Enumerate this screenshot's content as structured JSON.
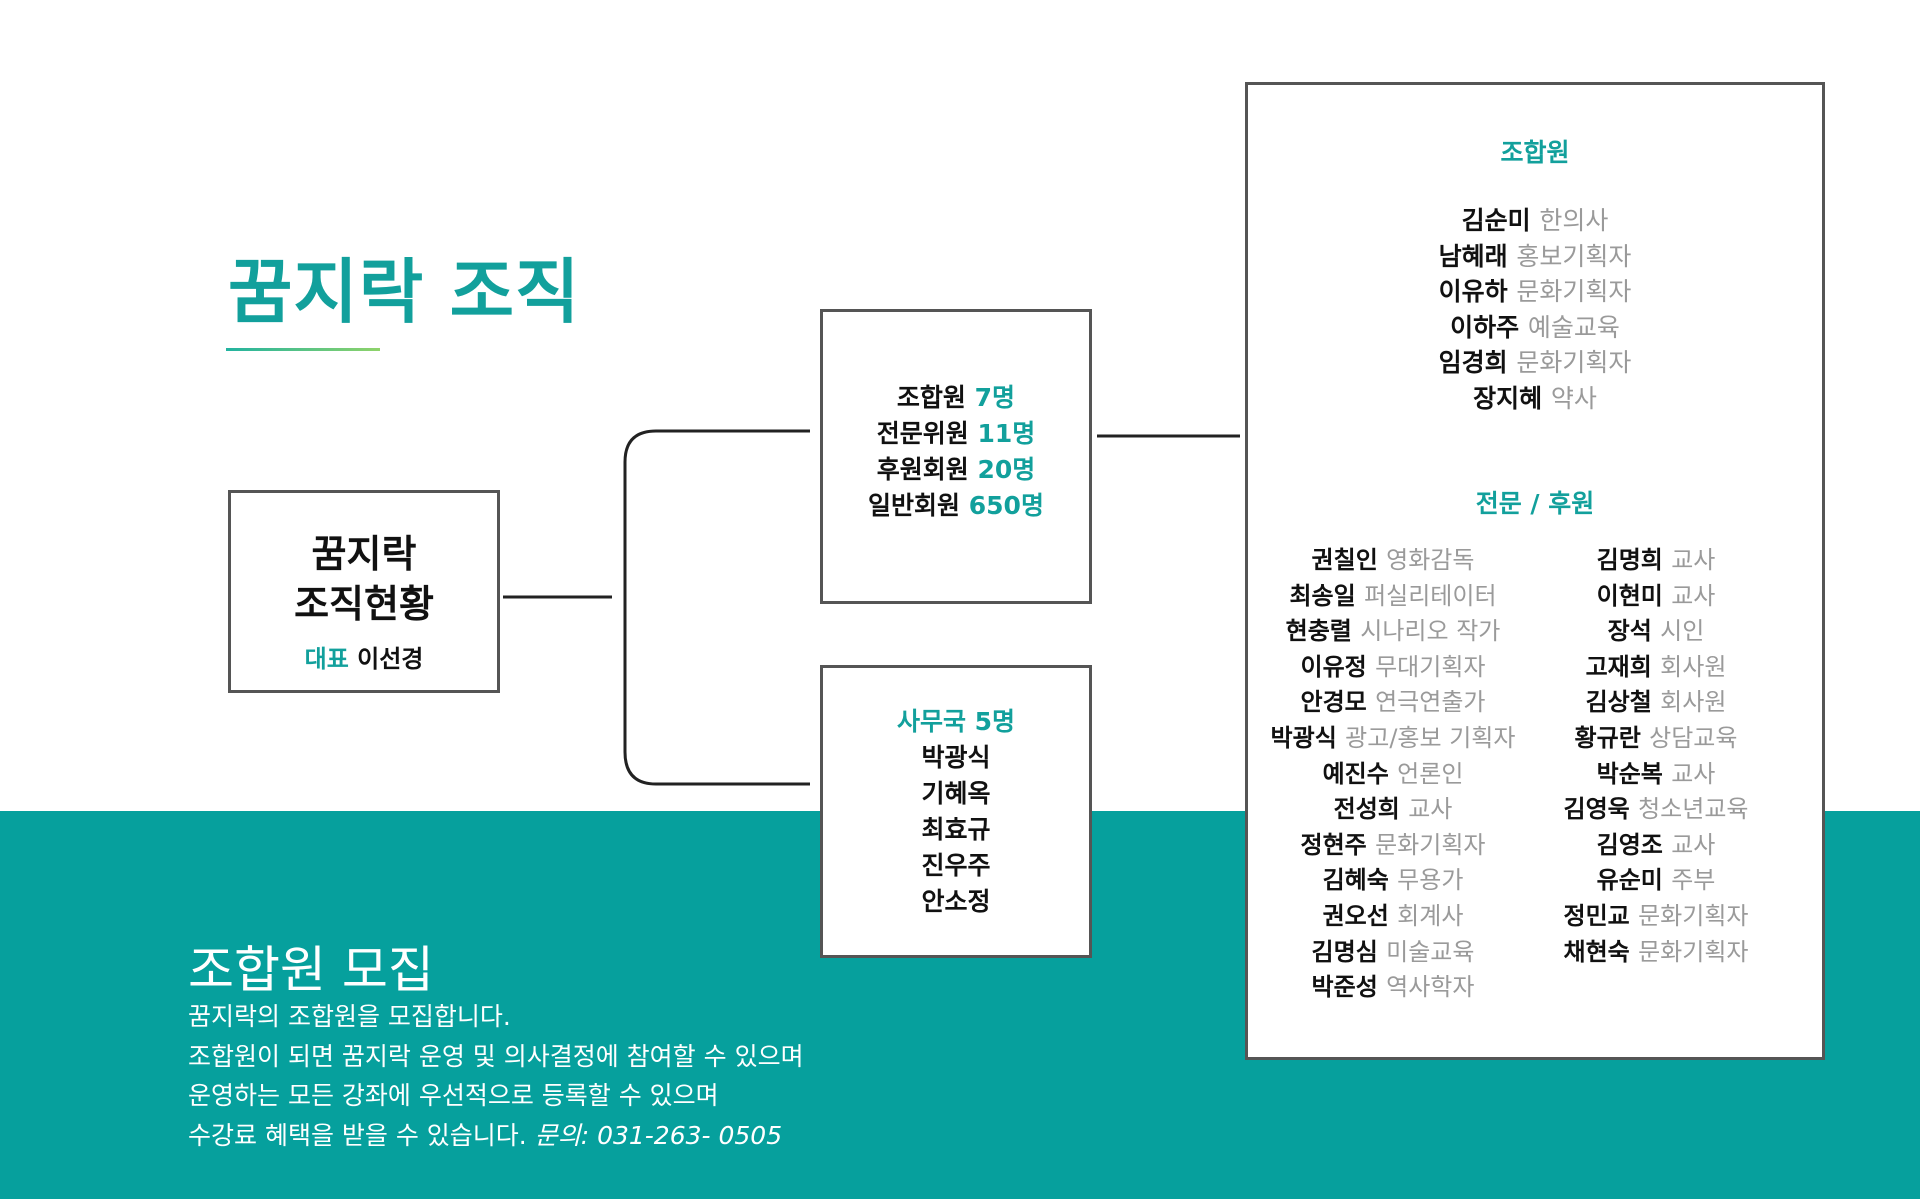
{
  "page_title": "꿈지락 조직",
  "headquarters": {
    "name": "꿈지락\n조직현황",
    "rep_label": "대표",
    "rep_name": "이선경"
  },
  "membership_counts": [
    {
      "label": "조합원",
      "count": "7명"
    },
    {
      "label": "전문위원",
      "count": "11명"
    },
    {
      "label": "후원회원",
      "count": "20명"
    },
    {
      "label": "일반회원",
      "count": "650명"
    }
  ],
  "office": {
    "title": "사무국 5명",
    "members": [
      "박광식",
      "기혜옥",
      "최효규",
      "진우주",
      "안소정"
    ]
  },
  "union_members": {
    "title": "조합원",
    "members": [
      {
        "name": "김순미",
        "role": "한의사"
      },
      {
        "name": "남혜래",
        "role": "홍보기획자"
      },
      {
        "name": "이유하",
        "role": "문화기획자"
      },
      {
        "name": "이하주",
        "role": "예술교육"
      },
      {
        "name": "임경희",
        "role": "문화기획자"
      },
      {
        "name": "장지혜",
        "role": "약사"
      }
    ]
  },
  "experts_supporters": {
    "title": "전문 / 후원",
    "left": [
      {
        "name": "권칠인",
        "role": "영화감독"
      },
      {
        "name": "최송일",
        "role": "퍼실리테이터"
      },
      {
        "name": "현충렬",
        "role": "시나리오 작가"
      },
      {
        "name": "이유정",
        "role": "무대기획자"
      },
      {
        "name": "안경모",
        "role": "연극연출가"
      },
      {
        "name": "박광식",
        "role": "광고/홍보 기획자"
      },
      {
        "name": "예진수",
        "role": "언론인"
      },
      {
        "name": "전성희",
        "role": "교사"
      },
      {
        "name": "정현주",
        "role": "문화기획자"
      },
      {
        "name": "김혜숙",
        "role": "무용가"
      },
      {
        "name": "권오선",
        "role": "회계사"
      },
      {
        "name": "김명심",
        "role": "미술교육"
      },
      {
        "name": "박준성",
        "role": "역사학자"
      }
    ],
    "right": [
      {
        "name": "김명희",
        "role": "교사"
      },
      {
        "name": "이현미",
        "role": "교사"
      },
      {
        "name": "장석",
        "role": "시인"
      },
      {
        "name": "고재희",
        "role": "회사원"
      },
      {
        "name": "김상철",
        "role": "회사원"
      },
      {
        "name": "황규란",
        "role": "상담교육"
      },
      {
        "name": "박순복",
        "role": "교사"
      },
      {
        "name": "김영욱",
        "role": "청소년교육"
      },
      {
        "name": "김영조",
        "role": "교사"
      },
      {
        "name": "유순미",
        "role": "주부"
      },
      {
        "name": "정민교",
        "role": "문화기획자"
      },
      {
        "name": "채현숙",
        "role": "문화기획자"
      }
    ]
  },
  "recruit": {
    "title": "조합원 모집",
    "lines": [
      "꿈지락의 조합원을 모집합니다.",
      "조합원이 되면 꿈지락 운영 및 의사결정에 참여할 수 있으며",
      "운영하는 모든 강좌에 우선적으로 등록할 수 있으며",
      "수강료 혜택을 받을 수 있습니다."
    ],
    "contact": "문의: 031-263- 0505"
  },
  "colors": {
    "accent": "#12a09c",
    "band": "#06a09d",
    "role_gray": "#9a9a9a",
    "border": "#555555"
  }
}
